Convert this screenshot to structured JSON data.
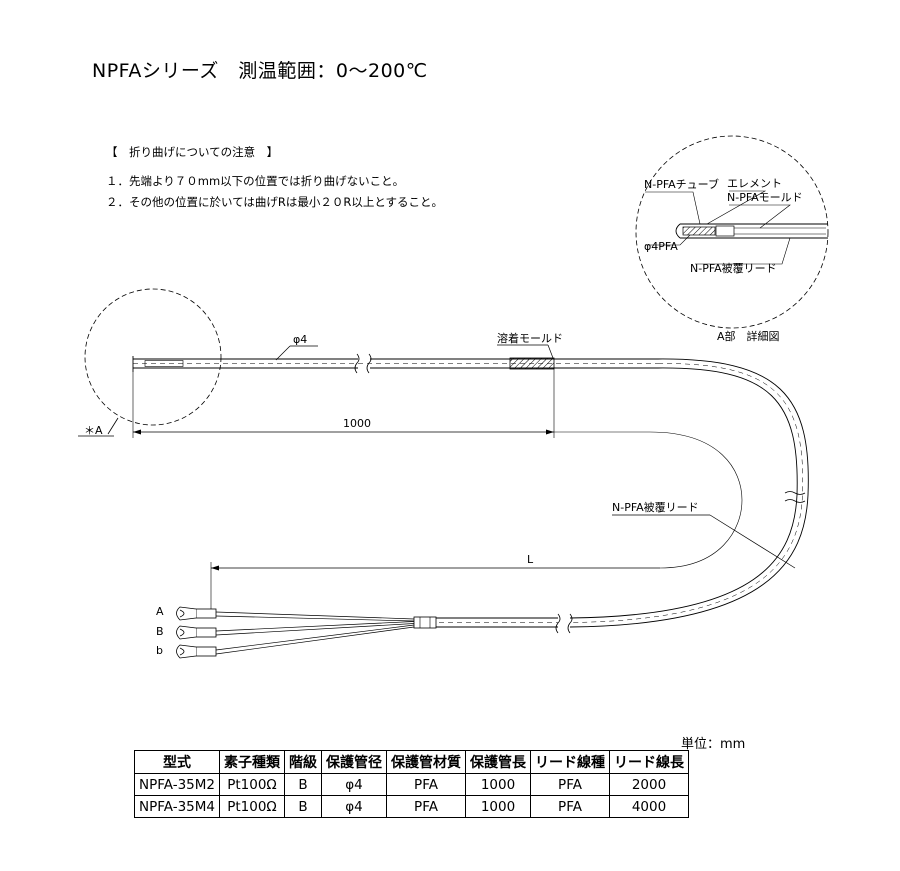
{
  "title": "NPFAシリーズ　測温範囲：0～200℃",
  "notes": {
    "heading": "【　折り曲げについての注意　】",
    "items": [
      "１．先端より７０mm以下の位置では折り曲げないこと。",
      "２．その他の位置に於いては曲げRは最小２０R以上とすること。"
    ]
  },
  "diagram": {
    "diameter_label": "φ4",
    "weld_mold_label": "溶着モールド",
    "length_1000": "1000",
    "length_L": "L",
    "lead_callout": "N-PFA被覆リード",
    "detail_ref": "＊A",
    "terminals": [
      "A",
      "B",
      "b"
    ],
    "detail": {
      "caption": "A部　詳細図",
      "tube": "N-PFAチューブ",
      "element": "エレメント",
      "mold": "N-PFAモールド",
      "dia": "φ4PFA",
      "lead": "N-PFA被覆リード"
    }
  },
  "table": {
    "unit": "単位：mm",
    "headers": [
      "型式",
      "素子種類",
      "階級",
      "保護管径",
      "保護管材質",
      "保護管長",
      "リード線種",
      "リード線長"
    ],
    "rows": [
      [
        "NPFA-35M2",
        "Pt100Ω",
        "B",
        "φ4",
        "PFA",
        "1000",
        "PFA",
        "2000"
      ],
      [
        "NPFA-35M4",
        "Pt100Ω",
        "B",
        "φ4",
        "PFA",
        "1000",
        "PFA",
        "4000"
      ]
    ]
  }
}
